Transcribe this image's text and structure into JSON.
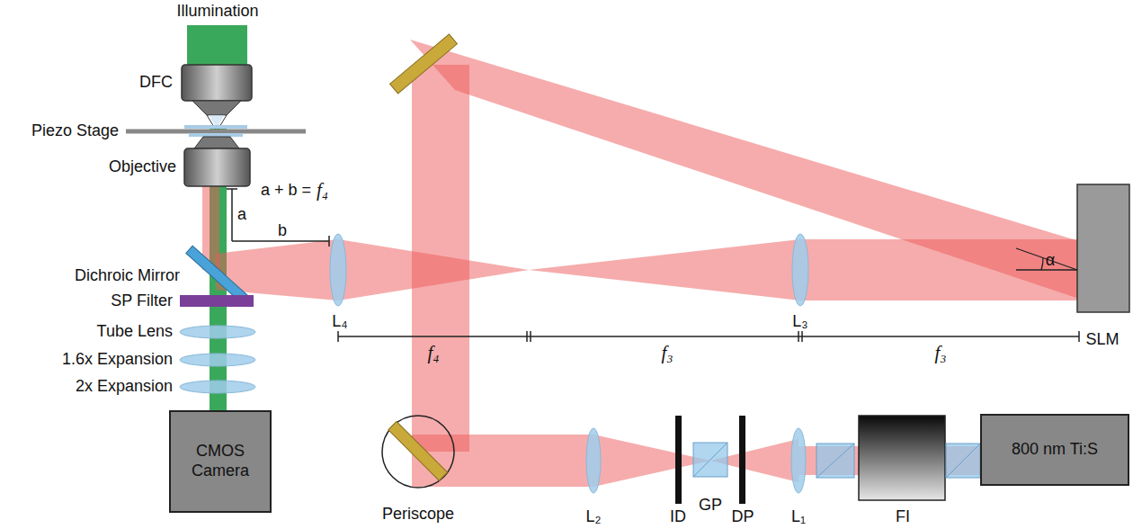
{
  "diagram": {
    "nodes": [
      {
        "text": [
          "CMOS Camera"
        ]
      },
      {
        "text": [
          "800 nm Ti:S"
        ]
      }
    ],
    "labels": [
      "Illumination",
      "DFC",
      "Piezo Stage",
      "Objective",
      "a + b =",
      "f₄",
      "a",
      "b",
      "Dichroic Mirror",
      "SP Filter",
      "Tube Lens",
      "1.6x Expansion",
      "2x Expansion",
      "L₄",
      "f₄",
      "f₃",
      "L₃",
      "f₃",
      "α",
      "SLM",
      "Periscope",
      "L₂",
      "ID",
      "GP",
      "DP",
      "L₁",
      "FI"
    ]
  }
}
